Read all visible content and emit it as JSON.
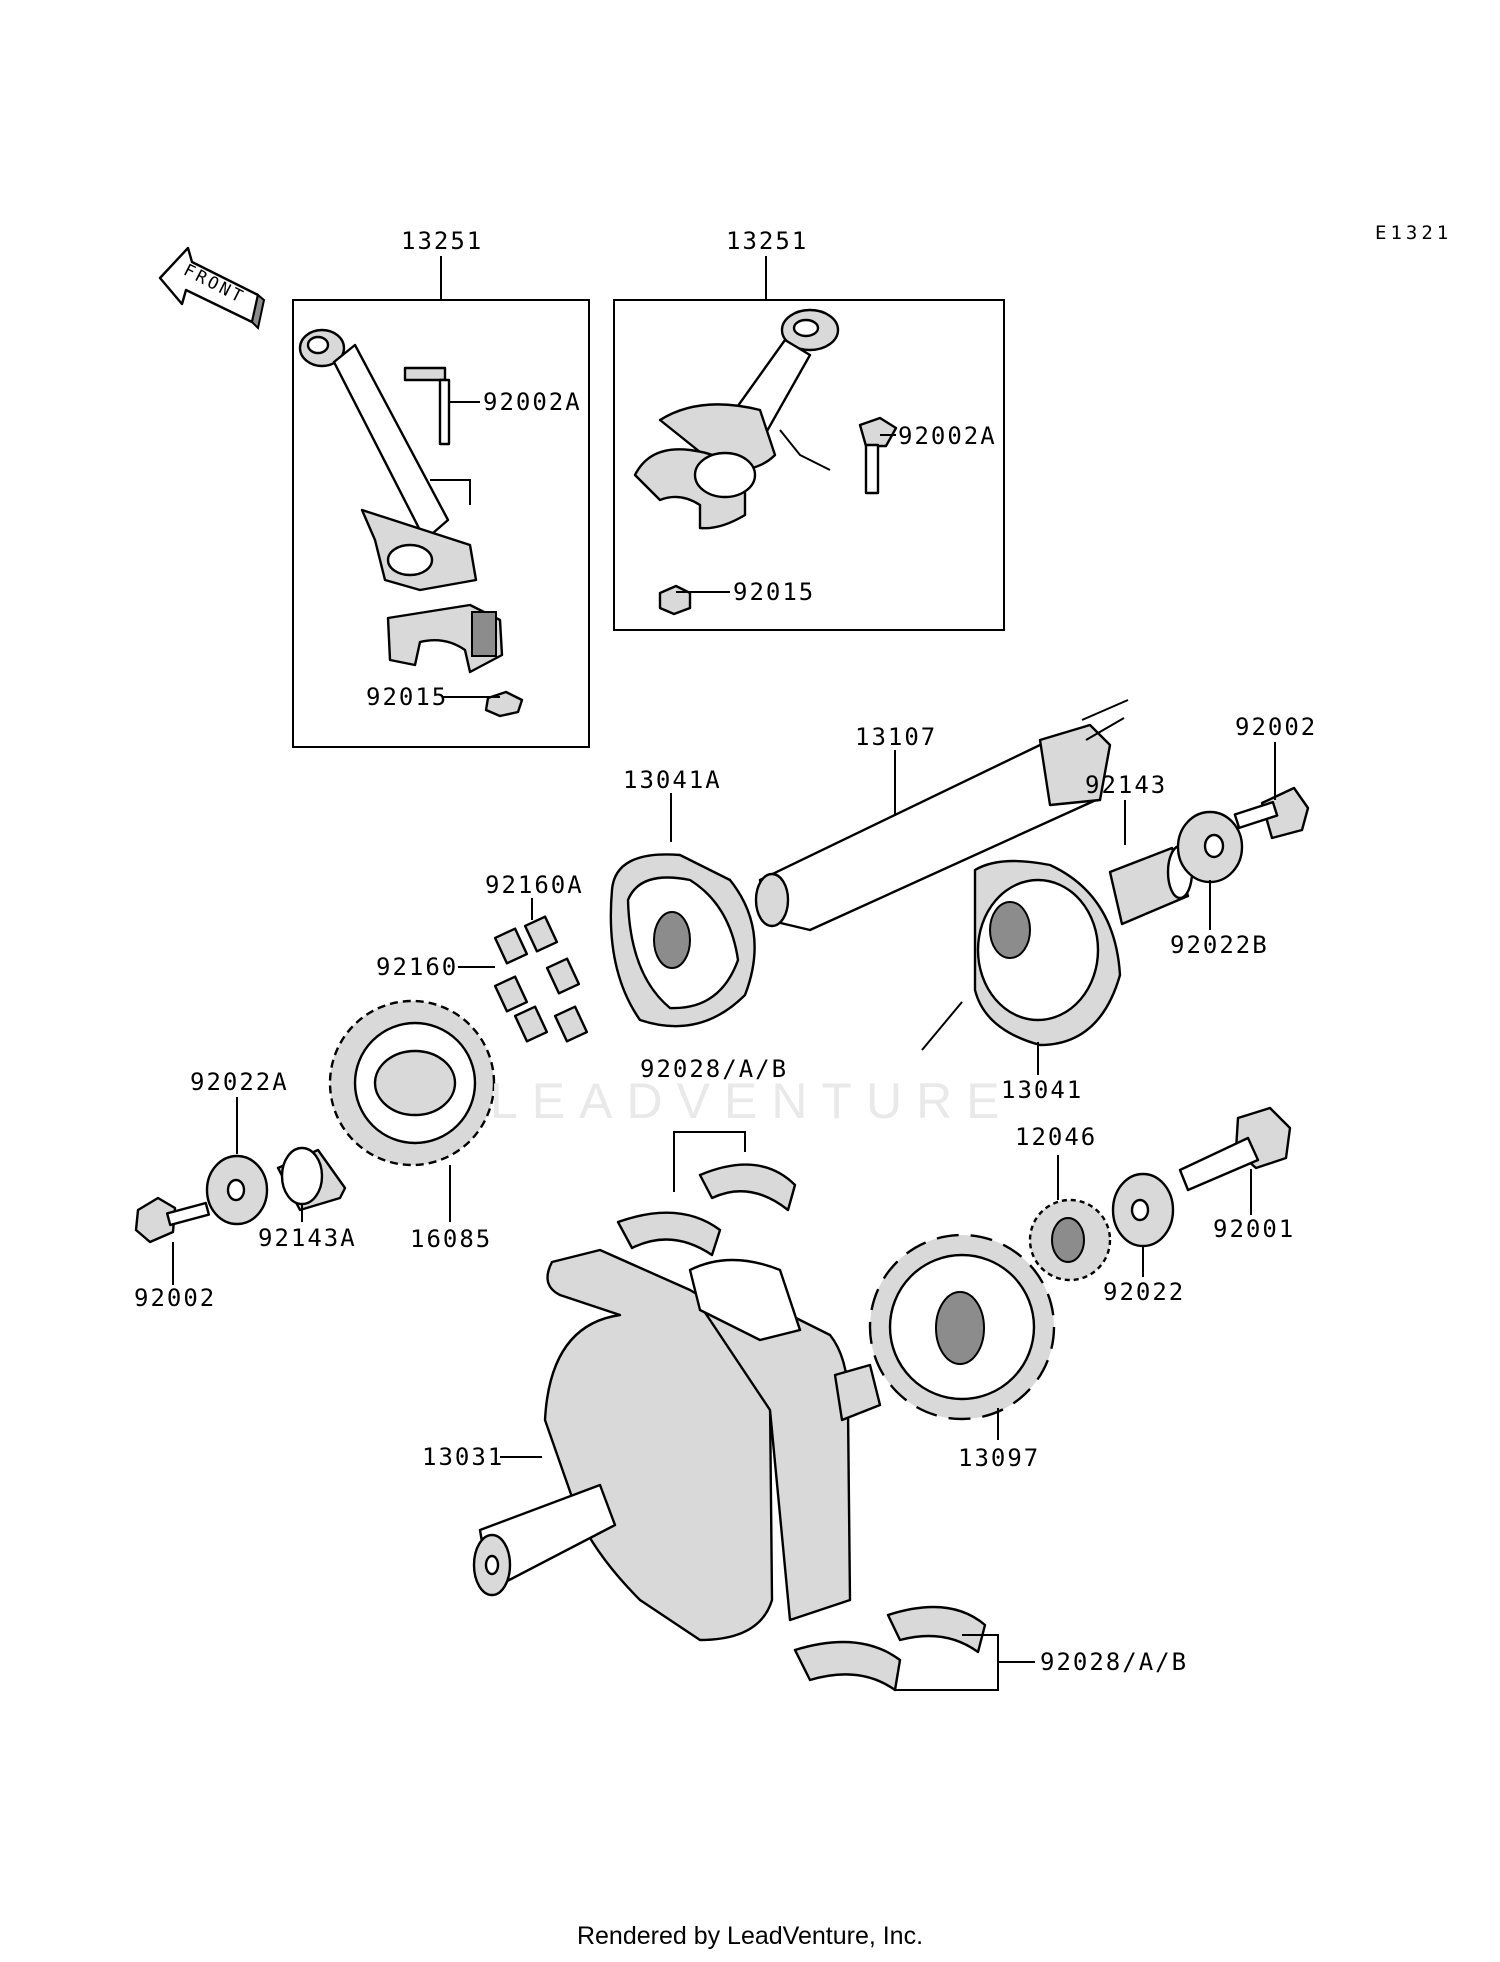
{
  "diagram": {
    "reference_code": "E1321",
    "front_arrow_label": "FRONT",
    "watermark": "LEADVENTURE",
    "footer": "Rendered by LeadVenture, Inc.",
    "callouts": {
      "rod_assy_left": "13251",
      "rod_assy_right": "13251",
      "bolt_rod_left": "92002A",
      "bolt_rod_right": "92002A",
      "nut_rod_right": "92015",
      "nut_rod_left": "92015",
      "shaft": "13107",
      "bolt_top_right": "92002",
      "hub_left": "13041A",
      "collar_right": "92143",
      "washer_right": "92022B",
      "damper_a": "92160A",
      "damper": "92160",
      "hub_right": "13041",
      "bearing_upper": "92028/A/B",
      "washer_left": "92022A",
      "gear_sprocket": "12046",
      "collar_left": "92143A",
      "gear_left": "16085",
      "washer_small": "92022",
      "bolt_flange": "92001",
      "bolt_left": "92002",
      "crankshaft": "13031",
      "gear_right": "13097",
      "bearing_lower": "92028/A/B"
    }
  }
}
